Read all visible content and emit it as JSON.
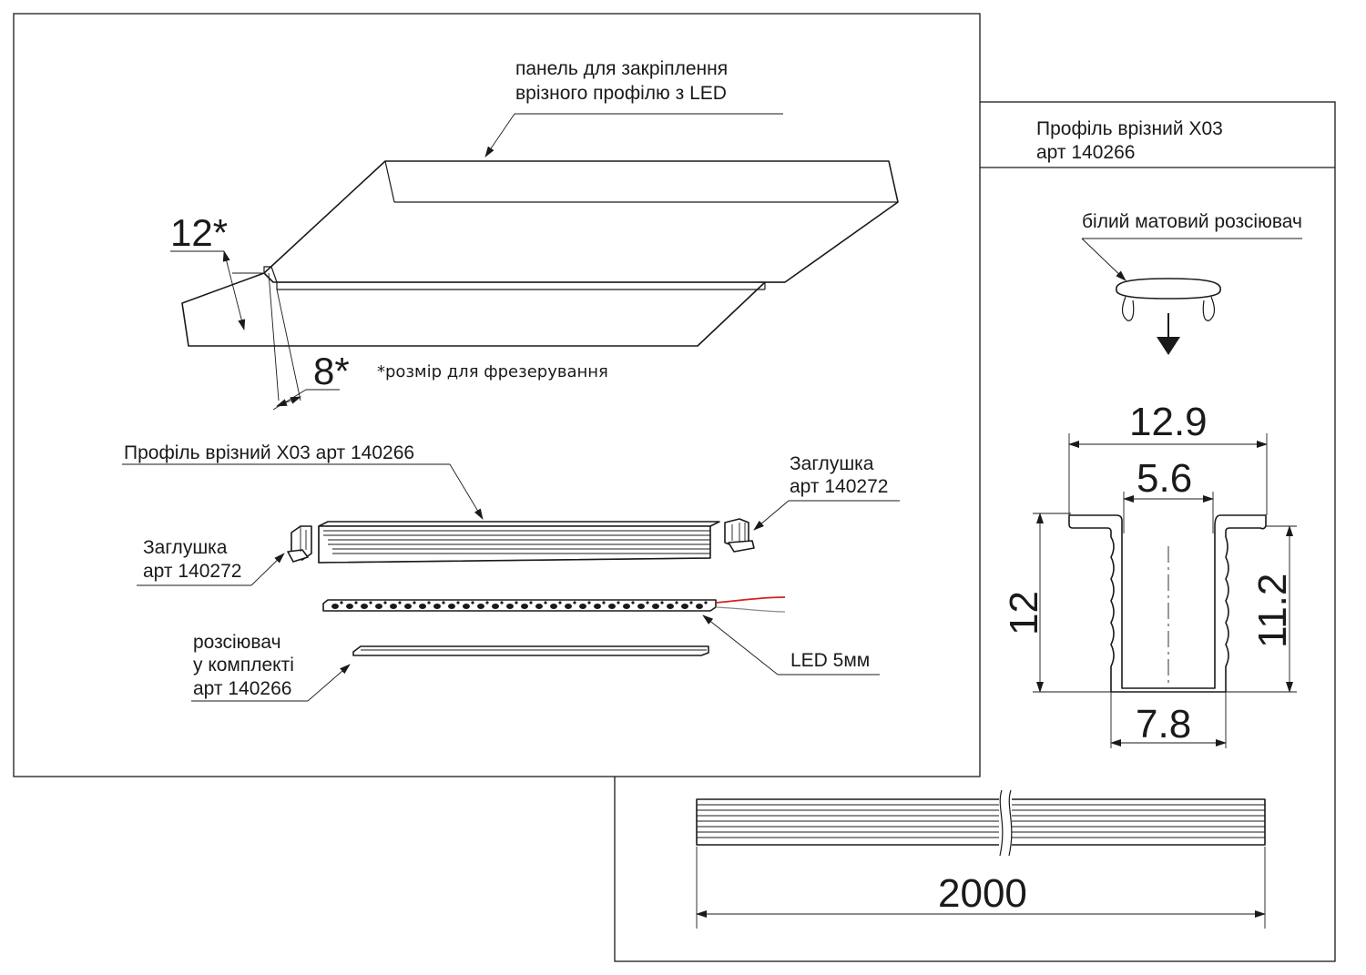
{
  "labels": {
    "panel_line1": "панель для закріплення",
    "panel_line2": "врізного профілю з LED",
    "dim_12_star": "12*",
    "dim_8_star": "8*",
    "milling_note": "*розмір для фрезерування",
    "profile_label": "Профіль врізний Х03 арт 140266",
    "cap_right_line1": "Заглушка",
    "cap_right_line2": "арт 140272",
    "cap_left_line1": "Заглушка",
    "cap_left_line2": "арт 140272",
    "diffuser_line1": "розсіювач",
    "diffuser_line2": "у комплекті",
    "diffuser_line3": "арт 140266",
    "led_label": "LED 5мм"
  },
  "right_panel": {
    "title_line1": "Профіль врізний Х03",
    "title_line2": "арт 140266",
    "diffuser_label": "білий матовий розсіювач",
    "dims": {
      "top_width": "12.9",
      "inner_width": "5.6",
      "height_left": "12",
      "height_right": "11.2",
      "bottom_width": "7.8",
      "length": "2000"
    }
  },
  "colors": {
    "line": "#1a1a1a",
    "wire_red": "#d62020",
    "wire_grey": "#8a8a8a",
    "background": "#ffffff"
  }
}
